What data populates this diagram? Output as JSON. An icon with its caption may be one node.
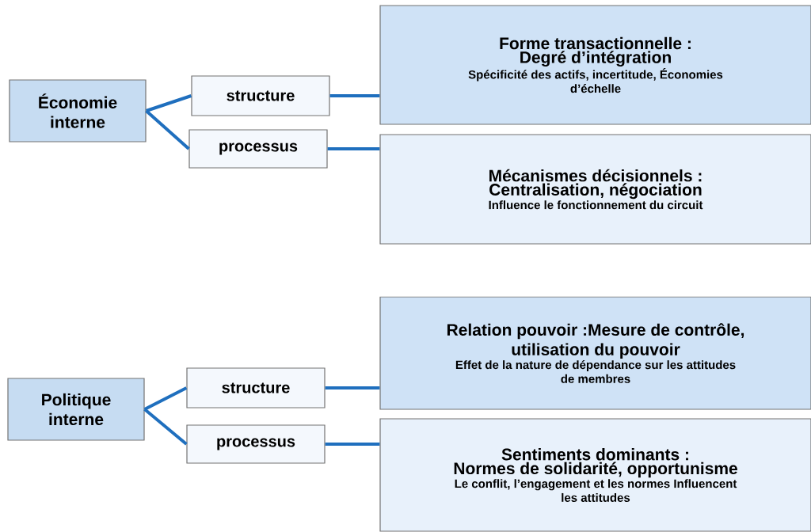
{
  "diagram": {
    "nodes": [
      {
        "text": [
          "Économie interne"
        ]
      },
      {
        "text": [
          "structure"
        ]
      },
      {
        "text": [
          "processus"
        ]
      },
      {
        "text": [
          "Forme transactionnelle :",
          "Degré d’intégration",
          "Spécificité des actifs, incertitude, Économies d’échelle"
        ]
      },
      {
        "text": [
          "Mécanismes décisionnels :",
          "Centralisation, négociation",
          "Influence le fonctionnement du circuit"
        ]
      },
      {
        "text": [
          "Politique interne"
        ]
      },
      {
        "text": [
          "structure"
        ]
      },
      {
        "text": [
          "processus"
        ]
      },
      {
        "text": [
          "Relation pouvoir :Mesure de contrôle, utilisation du pouvoir",
          "Effet de la nature de dépendance sur les attitudes de membres"
        ]
      },
      {
        "text": [
          "Sentiments dominants :",
          "Normes de solidarité, opportunisme",
          "Le conflit, l’engagement et les normes Influencent les attitudes"
        ]
      }
    ],
    "edges": [
      {
        "from": 0,
        "to": 1,
        "arrow": "none"
      },
      {
        "from": 0,
        "to": 2,
        "arrow": "none"
      },
      {
        "from": 1,
        "to": 3,
        "arrow": "none"
      },
      {
        "from": 2,
        "to": 4,
        "arrow": "none"
      },
      {
        "from": 5,
        "to": 6,
        "arrow": "none"
      },
      {
        "from": 5,
        "to": 7,
        "arrow": "none"
      },
      {
        "from": 6,
        "to": 8,
        "arrow": "none"
      },
      {
        "from": 7,
        "to": 9,
        "arrow": "none"
      }
    ]
  }
}
